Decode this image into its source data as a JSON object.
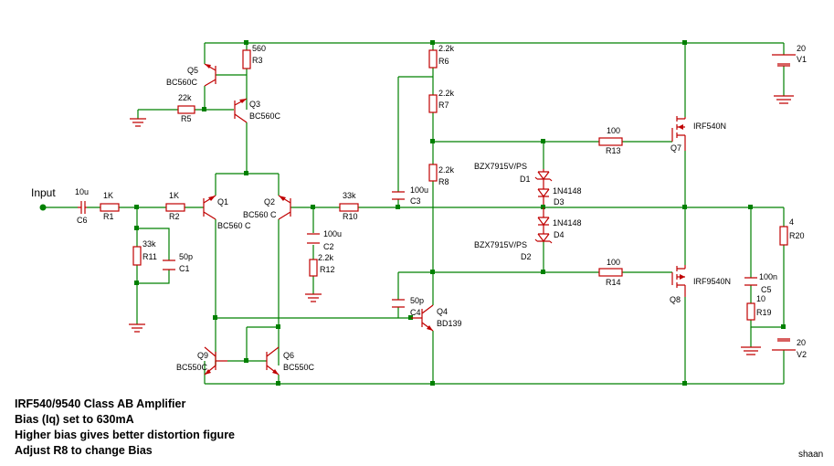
{
  "input_label": "Input",
  "notes": [
    "IRF540/9540 Class AB Amplifier",
    "Bias (Iq) set to 630mA",
    "Higher bias gives better distortion figure",
    "Adjust R8 to change Bias"
  ],
  "author": "shaan",
  "components": {
    "c6": {
      "ref": "C6",
      "value": "10u"
    },
    "r1": {
      "ref": "R1",
      "value": "1K"
    },
    "r2": {
      "ref": "R2",
      "value": "1K"
    },
    "r11": {
      "ref": "R11",
      "value": "33k"
    },
    "c1": {
      "ref": "C1",
      "value": "50p"
    },
    "q1": {
      "ref": "Q1",
      "part": "BC560 C"
    },
    "q2": {
      "ref": "Q2",
      "part": "BC560 C"
    },
    "c2": {
      "ref": "C2",
      "value": "100u"
    },
    "r12": {
      "ref": "R12",
      "value": "2.2k"
    },
    "r10": {
      "ref": "R10",
      "value": "33k"
    },
    "c3": {
      "ref": "C3",
      "value": "100u"
    },
    "q5": {
      "ref": "Q5",
      "part": "BC560C"
    },
    "r3": {
      "ref": "R3",
      "value": "560"
    },
    "r5": {
      "ref": "R5",
      "value": "22k"
    },
    "q3": {
      "ref": "Q3",
      "part": "BC560C"
    },
    "r6": {
      "ref": "R6",
      "value": "2.2k"
    },
    "r7": {
      "ref": "R7",
      "value": "2.2k"
    },
    "r8": {
      "ref": "R8",
      "value": "2.2k"
    },
    "d1": {
      "ref": "D1",
      "part": "BZX7915V/PS"
    },
    "d3": {
      "ref": "D3",
      "part": "1N4148"
    },
    "d4": {
      "ref": "D4",
      "part": "1N4148"
    },
    "d2": {
      "ref": "D2",
      "part": "BZX7915V/PS"
    },
    "r13": {
      "ref": "R13",
      "value": "100"
    },
    "r14": {
      "ref": "R14",
      "value": "100"
    },
    "q7": {
      "ref": "Q7",
      "part": "IRF540N"
    },
    "q8": {
      "ref": "Q8",
      "part": "IRF9540N"
    },
    "c4": {
      "ref": "C4",
      "value": "50p"
    },
    "q4": {
      "ref": "Q4",
      "part": "BD139"
    },
    "q9": {
      "ref": "Q9",
      "part": "BC550C"
    },
    "q6": {
      "ref": "Q6",
      "part": "BC550C"
    },
    "v1": {
      "ref": "V1",
      "value": "20"
    },
    "v2": {
      "ref": "V2",
      "value": "20"
    },
    "r20": {
      "ref": "R20",
      "value": "4"
    },
    "c5": {
      "ref": "C5",
      "value": "100n"
    },
    "r19": {
      "ref": "R19",
      "value": "10"
    }
  },
  "colors": {
    "wire": "#008000",
    "component": "#c00000",
    "text": "#000000"
  }
}
